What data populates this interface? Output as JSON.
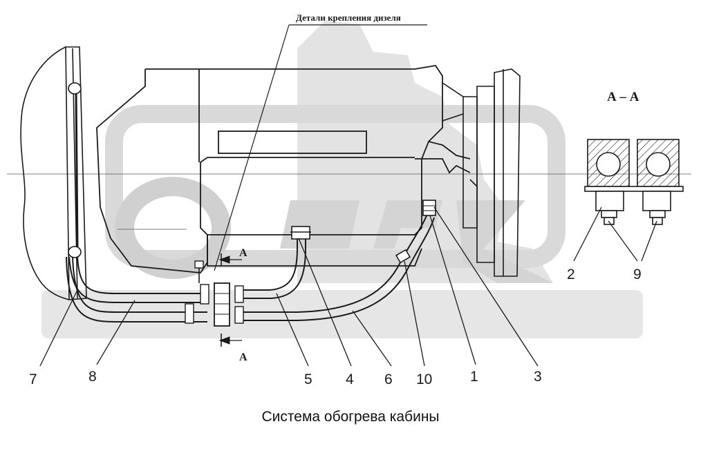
{
  "diagram": {
    "caption": "Система обогрева кабины",
    "top_label": "Детали крепления дизеля",
    "section_title": "А – А",
    "section_marker_top": "А",
    "section_marker_bottom": "А",
    "watermark": "ОРЕХ",
    "callouts": [
      {
        "id": "7",
        "label": "7"
      },
      {
        "id": "8",
        "label": "8"
      },
      {
        "id": "5",
        "label": "5"
      },
      {
        "id": "4",
        "label": "4"
      },
      {
        "id": "6",
        "label": "6"
      },
      {
        "id": "10",
        "label": "10"
      },
      {
        "id": "1",
        "label": "1"
      },
      {
        "id": "3",
        "label": "3"
      },
      {
        "id": "2",
        "label": "2"
      },
      {
        "id": "9",
        "label": "9"
      }
    ],
    "colors": {
      "line": "#1a1a1a",
      "watermark": "#d6d6d6",
      "background": "#ffffff"
    }
  }
}
